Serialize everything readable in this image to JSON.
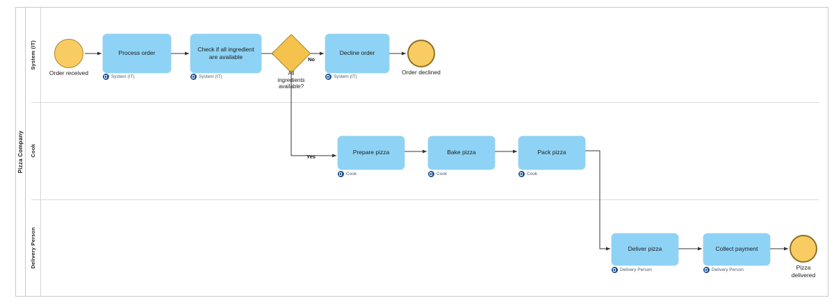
{
  "diagram": {
    "type": "bpmn-collaboration-diagram",
    "pool": {
      "name": "Pizza Company"
    },
    "lanes": [
      {
        "id": "lane-system-it",
        "name": "System (IT)"
      },
      {
        "id": "lane-cook",
        "name": "Cook"
      },
      {
        "id": "lane-delivery-person",
        "name": "Delivery Person"
      }
    ],
    "colors": {
      "task_fill": "#8ED3F5",
      "event_fill": "#F9CC63",
      "gateway_fill": "#F3C34D",
      "event_stroke": "#A8832A",
      "badge_blue": "#1D4F91",
      "lane_border": "#C8C8C8",
      "connector": "#333333",
      "canvas": "#FFFFFF"
    },
    "events": [
      {
        "id": "start-order-received",
        "kind": "start",
        "label": "Order received",
        "lane": "lane-system-it"
      },
      {
        "id": "end-order-declined",
        "kind": "end",
        "label": "Order declined",
        "lane": "lane-system-it"
      },
      {
        "id": "end-pizza-delivered",
        "kind": "end",
        "label": "Pizza\ndelivered",
        "lane": "lane-delivery-person"
      }
    ],
    "gateways": [
      {
        "id": "gw-ingredients",
        "kind": "exclusive",
        "label": "All\ningredients\navailable?",
        "lane": "lane-system-it"
      }
    ],
    "tasks": [
      {
        "id": "task-process-order",
        "label": "Process order",
        "role": "System (IT)",
        "lane": "lane-system-it"
      },
      {
        "id": "task-check-ingredients",
        "label": "Check if all ingredient are available",
        "role": "System (IT)",
        "lane": "lane-system-it"
      },
      {
        "id": "task-decline-order",
        "label": "Decline order",
        "role": "System (IT)",
        "lane": "lane-system-it"
      },
      {
        "id": "task-prepare-pizza",
        "label": "Prepare pizza",
        "role": "Cook",
        "lane": "lane-cook"
      },
      {
        "id": "task-bake-pizza",
        "label": "Bake pizza",
        "role": "Cook",
        "lane": "lane-cook"
      },
      {
        "id": "task-pack-pizza",
        "label": "Pack pizza",
        "role": "Cook",
        "lane": "lane-cook"
      },
      {
        "id": "task-deliver-pizza",
        "label": "Deliver pizza",
        "role": "Delivery Person",
        "lane": "lane-delivery-person"
      },
      {
        "id": "task-collect-payment",
        "label": "Collect payment",
        "role": "Delivery Person",
        "lane": "lane-delivery-person"
      }
    ],
    "flow_labels": {
      "no": "No",
      "yes": "Yes"
    },
    "sequence_flows": [
      {
        "from": "start-order-received",
        "to": "task-process-order",
        "label": ""
      },
      {
        "from": "task-process-order",
        "to": "task-check-ingredients",
        "label": ""
      },
      {
        "from": "task-check-ingredients",
        "to": "gw-ingredients",
        "label": ""
      },
      {
        "from": "gw-ingredients",
        "to": "task-decline-order",
        "label": "No"
      },
      {
        "from": "task-decline-order",
        "to": "end-order-declined",
        "label": ""
      },
      {
        "from": "gw-ingredients",
        "to": "task-prepare-pizza",
        "label": "Yes"
      },
      {
        "from": "task-prepare-pizza",
        "to": "task-bake-pizza",
        "label": ""
      },
      {
        "from": "task-bake-pizza",
        "to": "task-pack-pizza",
        "label": ""
      },
      {
        "from": "task-pack-pizza",
        "to": "task-deliver-pizza",
        "label": ""
      },
      {
        "from": "task-deliver-pizza",
        "to": "task-collect-payment",
        "label": ""
      },
      {
        "from": "task-collect-payment",
        "to": "end-pizza-delivered",
        "label": ""
      }
    ]
  }
}
